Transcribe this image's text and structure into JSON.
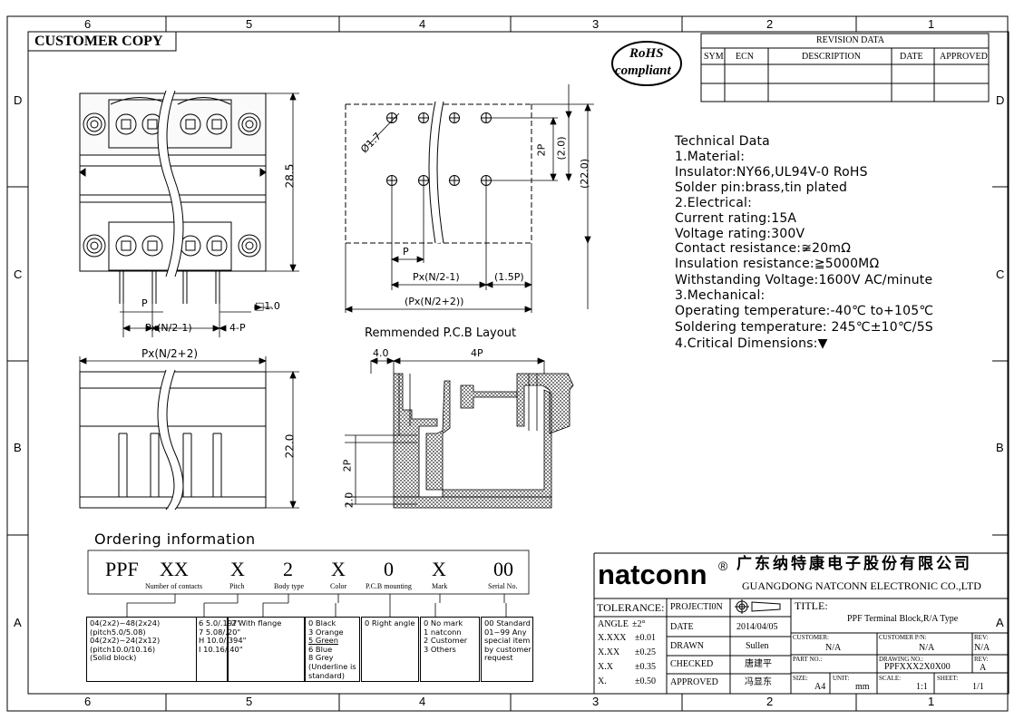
{
  "frame": {
    "zones_top": [
      "6",
      "5",
      "4",
      "3",
      "2",
      "1"
    ],
    "zones_bottom": [
      "6",
      "5",
      "4",
      "3",
      "2",
      "1"
    ],
    "zones_side": [
      "D",
      "C",
      "B",
      "A"
    ]
  },
  "banner": {
    "customer_copy": "CUSTOMER COPY"
  },
  "rohs": {
    "line1": "RoHS",
    "line2": "compliant"
  },
  "revision": {
    "title": "REVISION DATA",
    "columns": [
      "SYM",
      "ECN",
      "DESCRIPTION",
      "DATE",
      "APPROVED"
    ]
  },
  "dims": {
    "height_28_5": "28.5",
    "height_22_0": "22.0",
    "p_mark": "P",
    "px_n2_1": "Px(N/2-1)",
    "four_p_small": "4-P",
    "sq_1_0": "□1.0",
    "px_n2_2": "Px(N/2+2)",
    "pcb_hole": "Ø1.7",
    "pcb_2p": "2P",
    "pcb_2_0": "(2.0)",
    "pcb_22_0": "(22.0)",
    "pcb_p": "P",
    "pcb_px_n2_1": "Px(N/2-1)",
    "pcb_1_5p": "(1.5P)",
    "pcb_px_n2_2": "(Px(N/2+2))",
    "side_4_0": "4.0",
    "side_4p": "4P",
    "side_2p": "2P",
    "side_2_0": "2.0",
    "pcb_title": "Remmended P.C.B Layout"
  },
  "tech": {
    "lines": [
      "Technical Data",
      "1.Material:",
      "  Insulator:NY66,UL94V-0 RoHS",
      "  Solder pin:brass,tin plated",
      "2.Electrical:",
      "  Current rating:15A",
      "  Voltage rating:300V",
      "  Contact resistance:≆20mΩ",
      "  Insulation resistance:≧5000MΩ",
      "  Withstanding Voltage:1600V AC/minute",
      "3.Mechanical:",
      "  Operating temperature:-40℃ to+105℃",
      "  Soldering temperature: 245℃±10℃/5S",
      "4.Critical Dimensions:▼"
    ]
  },
  "ordering": {
    "title": "Ordering information",
    "codes": [
      "PPF",
      "XX",
      "X",
      "2",
      "X",
      "0",
      "X",
      "00"
    ],
    "labels": [
      "Number of contacts",
      "Pitch",
      "Body type",
      "Color",
      "P.C.B mounting",
      "Mark",
      "Serial No."
    ],
    "boxes": [
      [
        "04(2x2)~48(2x24)",
        "(pitch5.0/5.08)",
        "04(2x2)~24(2x12)",
        "(pitch10.0/10.16)",
        "(Solid block)"
      ],
      [
        "6  5.0/.197\"",
        "7  5.08/.20\"",
        "H  10.0/.394\"",
        "I  10.16/.40\""
      ],
      [
        "2  With flange"
      ],
      [
        "0 Black",
        "3 Orange",
        "5 Green",
        "6 Blue",
        "8 Grey",
        "(Underline is",
        "standard)"
      ],
      [
        "0  Right angle"
      ],
      [
        "0  No mark",
        "1  natconn",
        "2  Customer",
        "3  Others"
      ],
      [
        "00 Standard",
        "01~99 Any",
        "special item",
        "by customer",
        "request"
      ]
    ]
  },
  "company": {
    "brand": "natconn",
    "reg": "®",
    "cn_name": "广东纳特康电子股份有限公司",
    "en_name": "GUANGDONG NATCONN ELECTRONIC CO.,LTD"
  },
  "titleblock": {
    "tolerance": "TOLERANCE:",
    "tol_rows": [
      [
        "ANGLE",
        "±2°"
      ],
      [
        "X.XXX",
        "±0.01"
      ],
      [
        "X.XX",
        "±0.25"
      ],
      [
        "X.X",
        "±0.35"
      ],
      [
        "X.",
        "±0.50"
      ]
    ],
    "projection": "PROJECTI0N",
    "date_label": "DATE",
    "date": "2014/04/05",
    "drawn_label": "DRAWN",
    "drawn": "Sullen",
    "checked_label": "CHECKED",
    "checked": "唐建平",
    "approved_label": "APPROVED",
    "approved": "冯显东",
    "title_label": "TITLE:",
    "title": "PPF  Terminal Block,R/A Type",
    "customer_label": "CUSTOMER:",
    "customer": "N/A",
    "customer_pn_label": "CUSTOMER P/N:",
    "customer_pn": "N/A",
    "rev_label": "REV:",
    "rev1": "N/A",
    "part_no_label": "PART NO.:",
    "drawing_no_label": "DRAWING NO.:",
    "drawing_no": "PPFXXX2X0X00",
    "rev2": "A",
    "size_label": "SIZE:",
    "size": "A4",
    "unit_label": "UNIT:",
    "unit": "mm",
    "scale_label": "SCALE:",
    "scale": "1:1",
    "sheet_label": "SHEET:",
    "sheet": "1/1"
  }
}
